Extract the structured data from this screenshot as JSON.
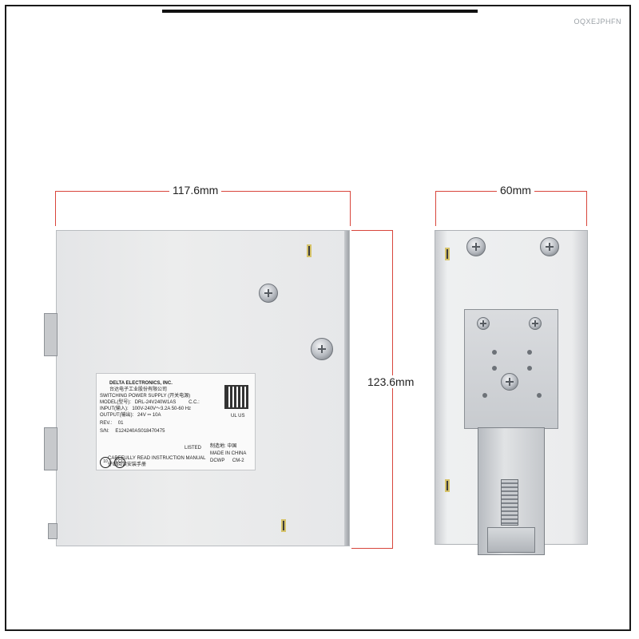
{
  "watermark": "OQXEJPHFN",
  "dimensions": {
    "width_side": "117.6mm",
    "height_side": "123.6mm",
    "width_front": "60mm"
  },
  "label": {
    "company": "DELTA  ELECTRONICS, INC.",
    "company_cn": "台达电子工业股份有限公司",
    "product": "SWITCHING  POWER  SUPPLY",
    "product_cn": "(开关电源)",
    "model_label": "MODEL(型号):",
    "model_value": "DRL-24V240W1AS",
    "cc": "C.C.:",
    "input_label": "INPUT(输入):",
    "input_value": "100V-240V～3.2A  50-60 Hz",
    "output_label": "OUTPUT(输出):",
    "output_value": "24V ⎓ 10A",
    "rev_label": "REV.:",
    "rev_value": "01",
    "sn_label": "S/N:",
    "sn_value": "E124240AS018470475",
    "warning": "CAREFULLY  READ  INSTRUCTION  MANUAL",
    "warning_cn": "仔细阅读安装手册",
    "origin_cn": "制造地: 中国",
    "origin": "MADE  IN  CHINA",
    "code1": "DCWP",
    "code2": "CM-2",
    "listed": "LISTED",
    "ul_mark": "UL",
    "us_mark": "US",
    "cert1": "10",
    "cert2": "CCC"
  }
}
